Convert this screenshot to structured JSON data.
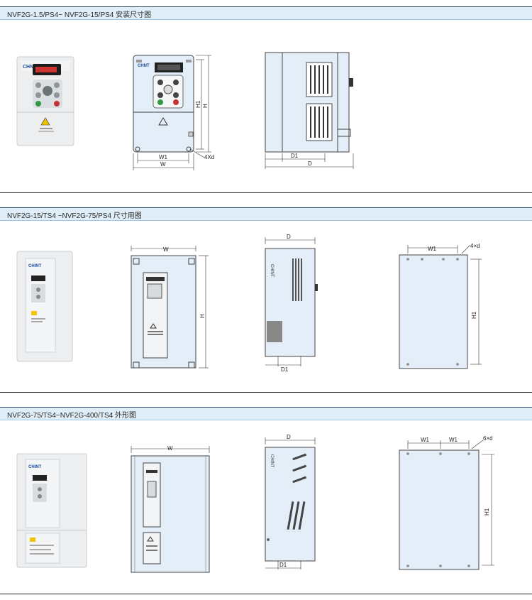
{
  "sections": [
    {
      "title": "NVF2G-1.5/PS4~ NVF2G-15/PS4 安装尺寸图",
      "product_brand": "CHNT",
      "labels": {
        "w1": "W1",
        "w": "W",
        "h": "H",
        "h1": "H1",
        "d1": "D1",
        "d": "D",
        "holes": "4Xd"
      }
    },
    {
      "title": "NVF2G-15/TS4 ~NVF2G-75/PS4 尺寸用图",
      "product_brand": "CHINT",
      "labels": {
        "w": "W",
        "h": "H",
        "d": "D",
        "d1": "D1",
        "w1": "W1",
        "h1": "H1",
        "holes": "4×d"
      }
    },
    {
      "title": "NVF2G-75/TS4~NVF2G-400/TS4 外形图",
      "product_brand": "CHINT",
      "labels": {
        "w": "W",
        "d": "D",
        "d1": "D1",
        "w1a": "W1",
        "w1b": "W1",
        "h1": "H1",
        "holes": "6×d"
      }
    }
  ],
  "colors": {
    "header_bg": "#dfeef8",
    "line": "#333333",
    "panel": "#e4eef8"
  }
}
